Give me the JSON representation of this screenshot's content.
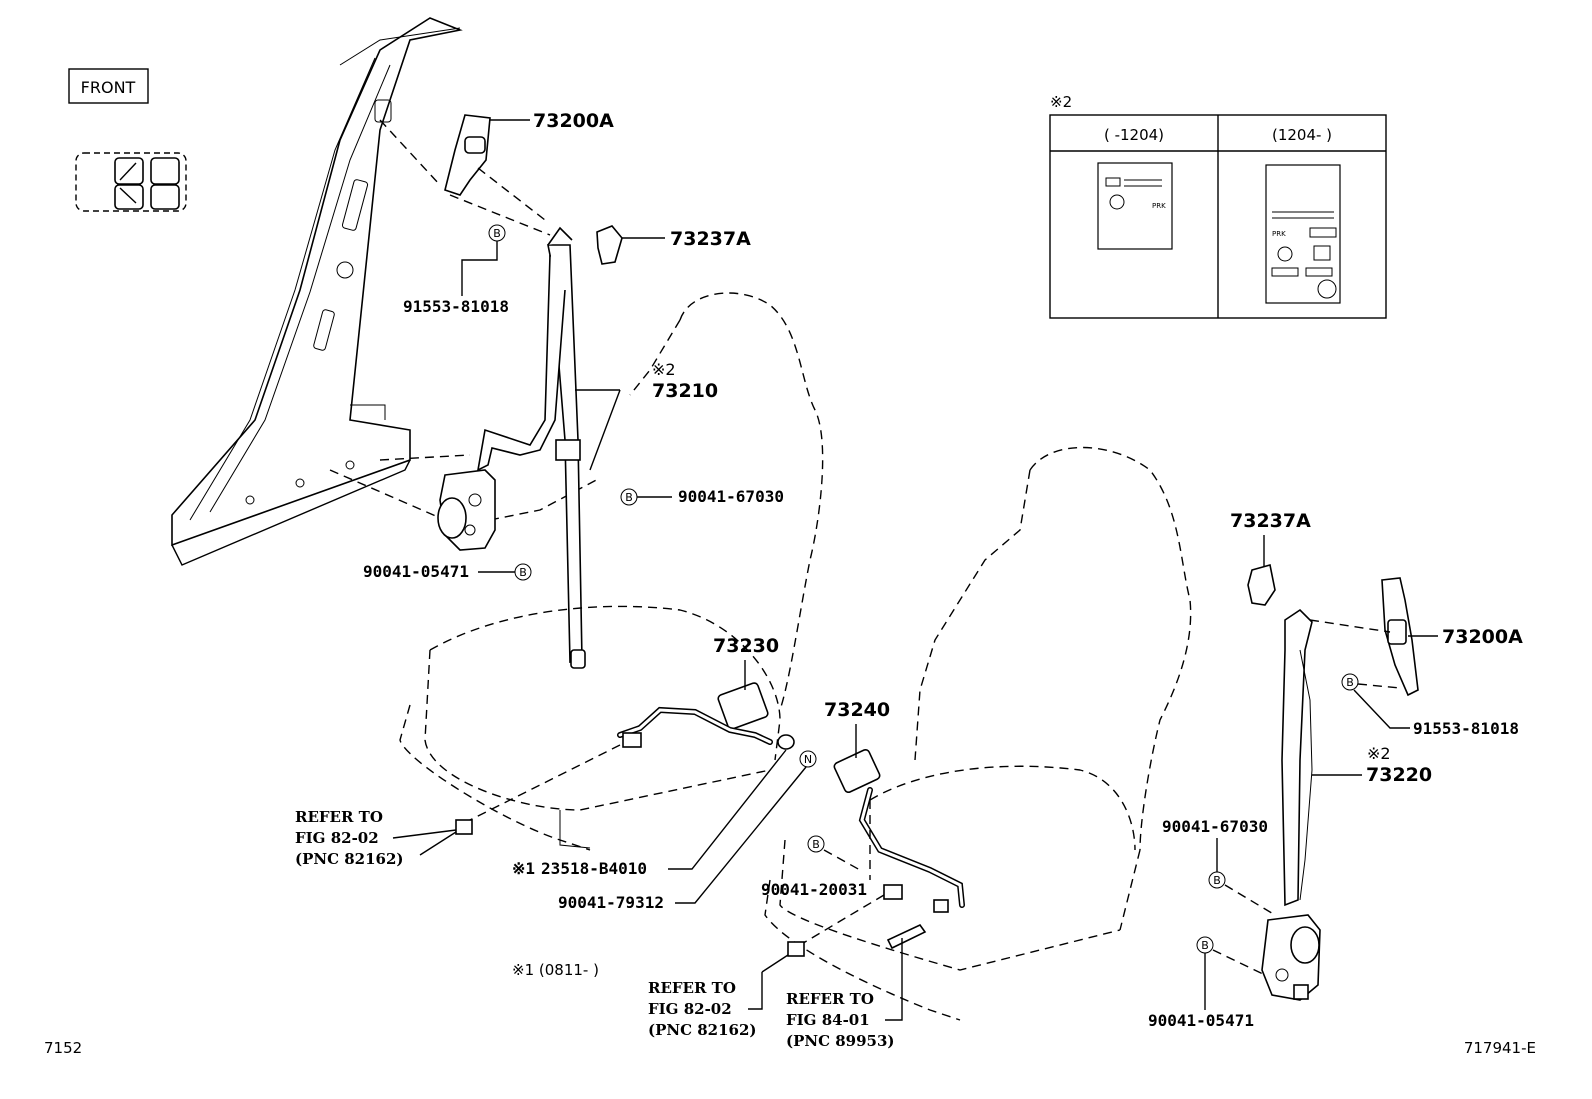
{
  "front_label": "FRONT",
  "parts": {
    "p73200A_top": "73200A",
    "p73237A_top": "73237A",
    "p91553_left": "91553-81018",
    "p73210": "73210",
    "p90041_67030_left": "90041-67030",
    "p90041_05471_left": "90041-05471",
    "p73230": "73230",
    "p73240": "73240",
    "p23518": "23518-B4010",
    "p90041_79312": "90041-79312",
    "p90041_20031": "90041-20031",
    "p73237A_right": "73237A",
    "p73200A_right": "73200A",
    "p91553_right": "91553-81018",
    "p73220": "73220",
    "p90041_67030_right": "90041-67030",
    "p90041_05471_right": "90041-05471"
  },
  "marks": {
    "note2": "※2",
    "note1": "※1",
    "circle_b": "B",
    "circle_n": "N"
  },
  "refs": {
    "ref1_line1": "REFER TO",
    "ref1_line2": "FIG 82-02",
    "ref1_line3": "(PNC 82162)",
    "ref2_line1": "REFER TO",
    "ref2_line2": "FIG 82-02",
    "ref2_line3": "(PNC 82162)",
    "ref3_line1": "REFER TO",
    "ref3_line2": "FIG 84-01",
    "ref3_line3": "(PNC 89953)"
  },
  "footnote1": "※1 (0811-    )",
  "inset": {
    "mark": "※2",
    "col1": "(     -1204)",
    "col2": "(1204-     )",
    "prk": "PRK"
  },
  "corner_left": "7152",
  "corner_right": "717941-E"
}
